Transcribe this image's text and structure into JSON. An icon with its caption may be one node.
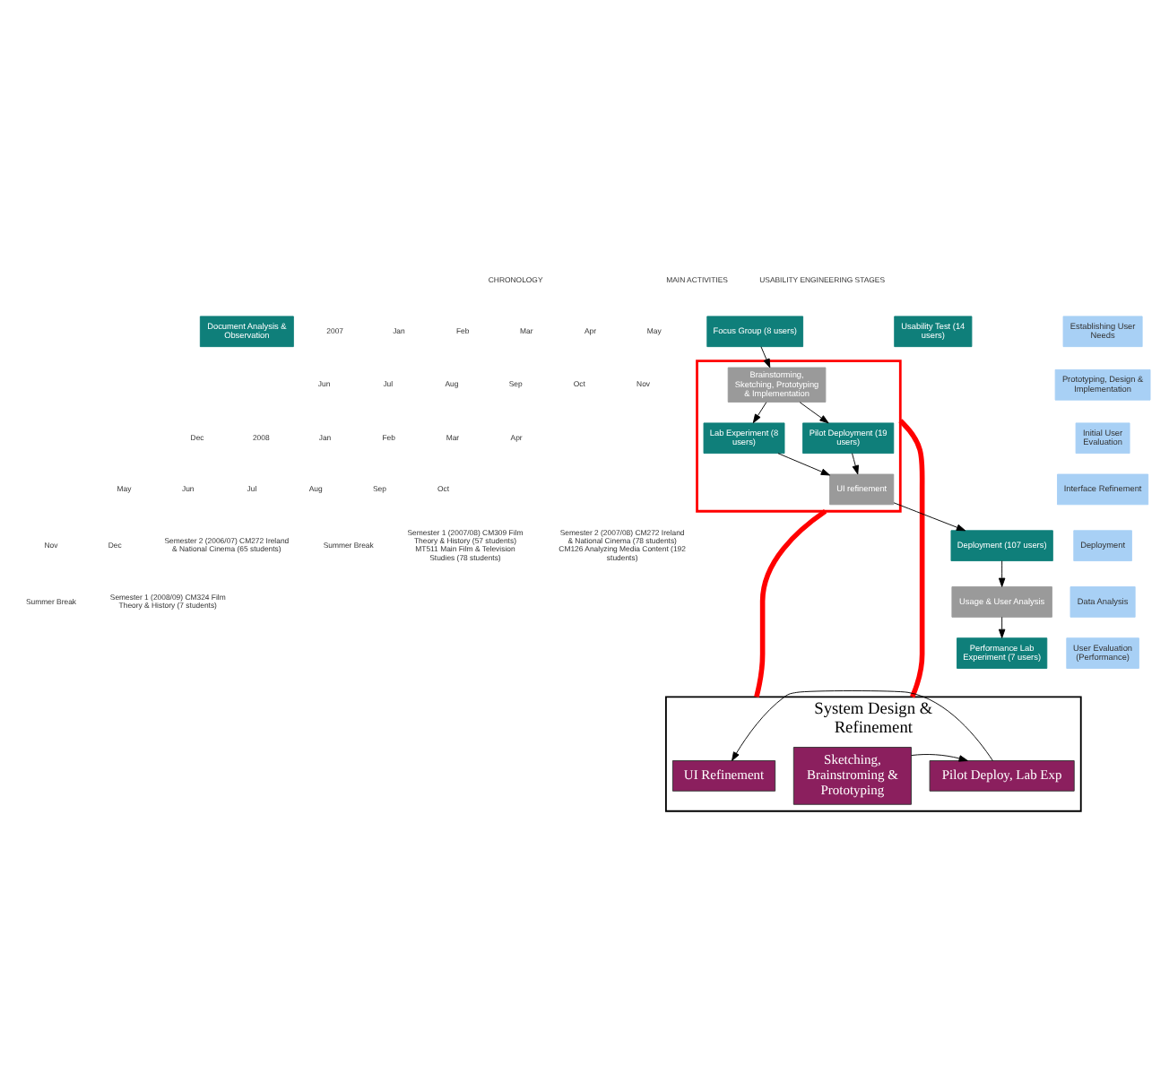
{
  "diagram": {
    "nodes": [
      {
        "text": [
          "Document Analysis & Observation"
        ]
      },
      {
        "text": [
          "Focus Group (8 users)"
        ]
      },
      {
        "text": [
          "Usability Test (14 users)"
        ]
      },
      {
        "text": [
          "Establishing User Needs"
        ]
      },
      {
        "text": [],
        "shape": "box"
      },
      {
        "text": [
          "Brainstorming, Sketching, Prototyping & Implementation"
        ],
        "in": 4
      },
      {
        "text": [
          "Prototyping, Design & Implementation"
        ]
      },
      {
        "text": [
          "Pilot Deployment (19 users)"
        ],
        "in": 4
      },
      {
        "text": [
          "Lab Experiment (8 users)"
        ],
        "in": 4
      },
      {
        "text": [
          "Initial User Evaluation"
        ]
      },
      {
        "text": [
          "UI refinement"
        ],
        "in": 4
      },
      {
        "text": [
          "Interface Refinement"
        ]
      },
      {
        "text": [
          "Deployment (107 users)"
        ]
      },
      {
        "text": [
          "Deployment"
        ]
      },
      {
        "text": [
          "Usage & User Analysis"
        ]
      },
      {
        "text": [
          "Data Analysis"
        ]
      },
      {
        "text": [
          "Performance Lab Experiment (7 users)"
        ]
      },
      {
        "text": [
          "User Evaluation (Performance)"
        ]
      },
      {
        "text": [
          "System Design & Refinement"
        ]
      },
      {
        "text": [
          "Sketching, Brainstroming & Prototyping"
        ],
        "in": 18
      },
      {
        "text": [
          "Pilot Deploy, Lab Exp"
        ],
        "in": 18
      },
      {
        "text": [
          "UI Refinement"
        ],
        "in": 18
      }
    ],
    "edges": [
      {
        "from": 1,
        "to": 5,
        "arrow": "to"
      },
      {
        "from": 5,
        "to": 7,
        "arrow": "to"
      },
      {
        "from": 5,
        "to": 8,
        "arrow": "to"
      },
      {
        "from": 7,
        "to": 10,
        "arrow": "to"
      },
      {
        "from": 8,
        "to": 10,
        "arrow": "to"
      },
      {
        "from": 10,
        "to": 12,
        "arrow": "to"
      },
      {
        "from": 12,
        "to": 14,
        "arrow": "to"
      },
      {
        "from": 14,
        "to": 16,
        "arrow": "to"
      },
      {
        "from": 4,
        "to": 18,
        "arrow": "none",
        "style": "thick",
        "color": "#ff0000"
      },
      {
        "from": 4,
        "to": 18,
        "arrow": "none",
        "style": "thick",
        "color": "#ff0000"
      },
      {
        "from": 19,
        "to": 20,
        "arrow": "to"
      },
      {
        "from": 20,
        "to": 21,
        "arrow": "to"
      }
    ],
    "labels": [
      "CHRONOLOGY",
      "MAIN ACTIVITIES",
      "USABILITY ENGINEERING STAGES",
      "2007",
      "Jan",
      "Feb",
      "Mar",
      "Apr",
      "May",
      "Jun",
      "Jul",
      "Aug",
      "Sep",
      "Oct",
      "Nov",
      "Dec",
      "2008",
      "Jan",
      "Feb",
      "Mar",
      "Apr",
      "May",
      "Jun",
      "Jul",
      "Aug",
      "Sep",
      "Oct",
      "Nov",
      "Dec",
      "Semester 2 (2006/07) CM272 Ireland & National Cinema (65 students)",
      "Summer Break",
      "Semester 1 (2007/08) CM309 Film Theory & History (57 students) MT511 Main Film & Television Studies (78 students)",
      "Semester 2 (2007/08) CM272 Ireland & National Cinema (78 students) CM126 Analyzing Media Content (192 students)",
      "Summer Break",
      "Semester 1 (2008/09) CM324 Film Theory & History (7 students)"
    ]
  }
}
